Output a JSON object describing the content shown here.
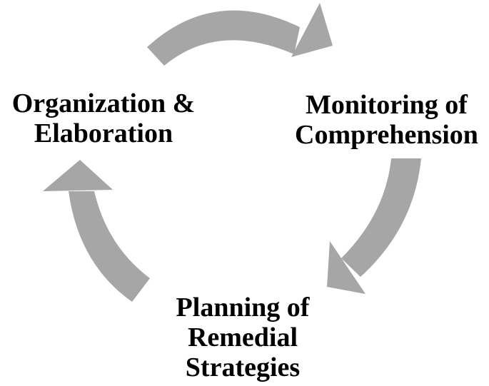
{
  "diagram": {
    "nodes": [
      {
        "id": "organization",
        "lines": [
          "Organization &",
          "Elaboration"
        ]
      },
      {
        "id": "monitoring",
        "lines": [
          "Monitoring of",
          "Comprehension"
        ]
      },
      {
        "id": "planning",
        "lines": [
          "Planning of",
          "Remedial",
          "Strategies"
        ]
      }
    ],
    "edges": [
      {
        "from": "organization",
        "to": "monitoring"
      },
      {
        "from": "monitoring",
        "to": "planning"
      },
      {
        "from": "planning",
        "to": "organization"
      }
    ],
    "arrow_color": "#a6a6a6",
    "text_color": "#000000"
  }
}
